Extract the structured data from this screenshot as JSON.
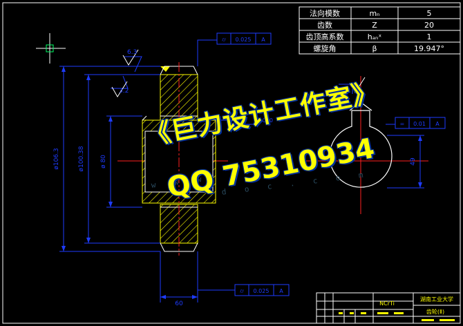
{
  "params_table": {
    "rows": [
      {
        "label": "法向模数",
        "symbol": "mₙ",
        "value": "5"
      },
      {
        "label": "齿数",
        "symbol": "Z",
        "value": "20"
      },
      {
        "label": "齿顶高系数",
        "symbol": "hₐₙˣ",
        "value": "1"
      },
      {
        "label": "螺旋角",
        "symbol": "β",
        "value": "19.947°"
      }
    ]
  },
  "tolerance_frames": {
    "top": {
      "symbol": "⌭",
      "value": "0.025",
      "datum": "A"
    },
    "mid": {
      "value": "0.020"
    },
    "keyway": {
      "symbol": "=",
      "value": "0.01",
      "datum": "A"
    },
    "bottom": {
      "symbol": "⌭",
      "value": "0.025",
      "datum": "A"
    }
  },
  "dimensions": {
    "face_width": "60",
    "left_dia": "ø106.3",
    "mid_dia": "ø100.38",
    "bore_dia": "ø 80",
    "key_depth": "49",
    "rough_top": "6.3",
    "rough_2": "3.2"
  },
  "title_block": {
    "material": "NCrTi",
    "org": "湖南工业大学",
    "part": "齿轮(Ⅱ)"
  },
  "watermark": {
    "line1": "《巨力设计工作室》",
    "line2": "QQ 75310934",
    "ghost_left": "w w w",
    "ghost_right": "d o c . c o m"
  },
  "colors": {
    "bg": "#000000",
    "table": "#ffffff",
    "blue": "#1e3cff",
    "red": "#ff2020",
    "yellow": "#ffff00",
    "green": "#00ff66"
  }
}
